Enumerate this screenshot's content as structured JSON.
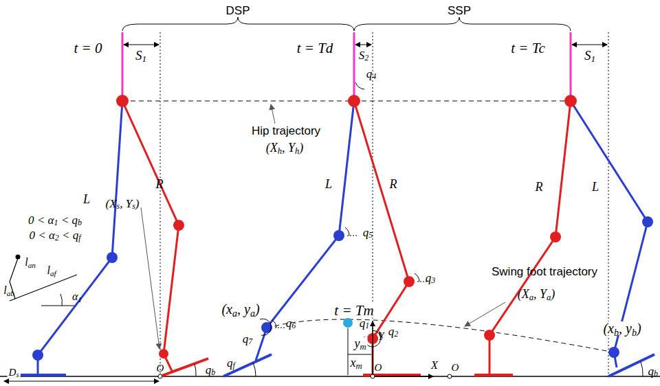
{
  "diagram": {
    "labels": [
      "DSP",
      "SSP",
      "t = 0",
      "t = Td",
      "t = Tc",
      "t = Tm",
      "S1",
      "S2",
      "S1",
      "q4",
      "q3",
      "q5",
      "q1",
      "q2",
      "q6",
      "q7",
      "qf",
      "qb",
      "qb",
      "0 < α1 < qb",
      "0 < α2 < qf",
      "lan",
      "laf",
      "lab",
      "α1",
      "L",
      "R",
      "L",
      "R",
      "R",
      "L",
      "Hip trajectory",
      "(Xh, Yh)",
      "Swing foot trajectory",
      "(Xa, Ya)",
      "(Xs, Ys)",
      "(xa, ya)",
      "(xb, yb)",
      "ym",
      "xm",
      "Y",
      "X",
      "O",
      "O",
      "O",
      "Ds"
    ]
  }
}
